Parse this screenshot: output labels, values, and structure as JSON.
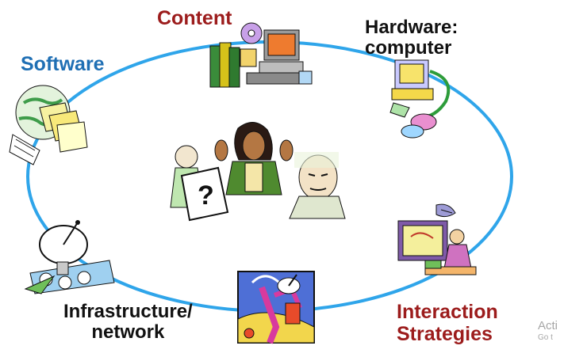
{
  "diagram": {
    "nodes": {
      "content": {
        "label": "Content",
        "color": "#9c1c1c"
      },
      "software": {
        "label": "Software",
        "color": "#1f6fb4"
      },
      "hardware": {
        "label_line1": "Hardware:",
        "label_line2": "computer",
        "color": "#111111"
      },
      "infrastructure": {
        "label_line1": "Infrastructure/",
        "label_line2": "network",
        "color": "#111111"
      },
      "interaction": {
        "label_line1": "Interaction",
        "label_line2": "Strategies",
        "color": "#9c1c1c"
      }
    },
    "ellipse_color": "#2fa5ea"
  },
  "watermark": {
    "line1": "Acti",
    "line2": "Go t"
  }
}
